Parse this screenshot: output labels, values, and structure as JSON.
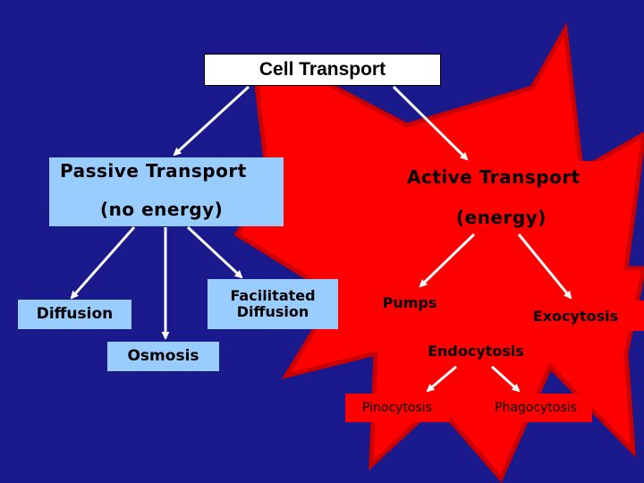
{
  "diagram": {
    "title": "Cell Transport",
    "passive": {
      "line1": "Passive Transport",
      "line2": "(no energy)"
    },
    "active": {
      "line1": "Active Transport",
      "line2": "(energy)"
    },
    "passive_children": {
      "diffusion": "Diffusion",
      "osmosis": "Osmosis",
      "facilitated": "Facilitated Diffusion"
    },
    "active_children": {
      "pumps": "Pumps",
      "exocytosis": "Exocytosis",
      "endocytosis": "Endocytosis"
    },
    "endocytosis_children": {
      "pinocytosis": "Pinocytosis",
      "phagocytosis": "Phagocytosis"
    }
  },
  "colors": {
    "background": "#1a1a8c",
    "passive": "#99ccff",
    "active": "#ff0000",
    "arrows": "#ffffff",
    "starburst_outline": "#cc0000"
  }
}
